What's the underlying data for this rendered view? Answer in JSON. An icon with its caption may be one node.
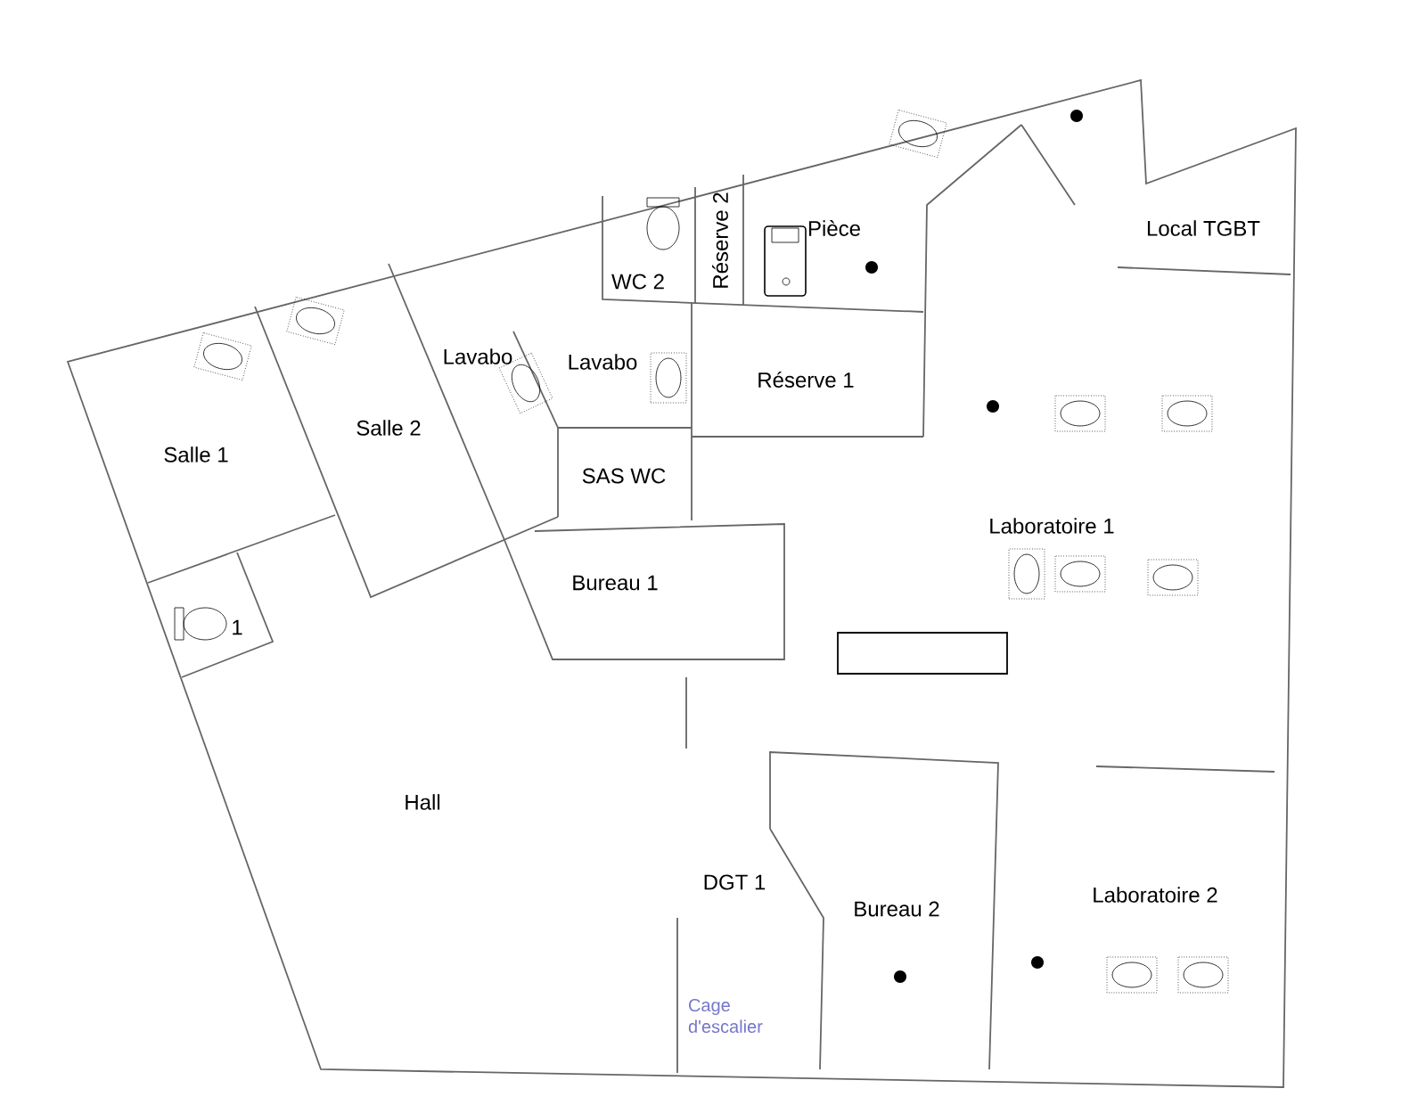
{
  "diagram": {
    "labels": [
      "Salle 1",
      "Salle 2",
      "Lavabo",
      "Lavabo",
      "WC 2",
      "Réserve 2",
      "Pièce",
      "Réserve 1",
      "SAS WC",
      "Bureau 1",
      "Local TGBT",
      "Laboratoire 1",
      "1",
      "Hall",
      "DGT 1",
      "Bureau 2",
      "Laboratoire 2",
      "Cage d'escalier"
    ]
  }
}
